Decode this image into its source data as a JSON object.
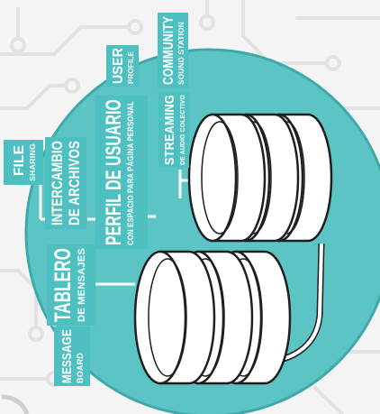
{
  "colors": {
    "background": "#f4f4f4",
    "circuit": "#e2e2e2",
    "circle": "#5cc4c5",
    "circle_edge": "#3fa9aa",
    "tag": "#4ec0c1",
    "text_on_tag": "#ffffff",
    "cylinder_fill": "#ffffff",
    "cylinder_stroke": "#1f1f1f",
    "connector": "#ffffff"
  },
  "labels": {
    "community_main": "COMMUNITY",
    "community_sub": "SOUND STATION",
    "user_main": "USER",
    "user_sub": "PROFILE",
    "streaming_main": "STREAMING",
    "streaming_sub": "DE AUDIO COLECTIVO",
    "perfil_main": "PERFIL DE USUARIO",
    "perfil_sub": "CON ESPACIO PARA PÁGINA PERSONAL",
    "intercambio_1": "INTERCAMBIO",
    "intercambio_2": "DE ARCHIVOS",
    "file_main": "FILE",
    "file_sub": "SHARING",
    "tablero_main": "TABLERO",
    "tablero_sub": "DE MENSAJES",
    "message_main": "MESSAGE",
    "message_sub": "BOARD"
  }
}
